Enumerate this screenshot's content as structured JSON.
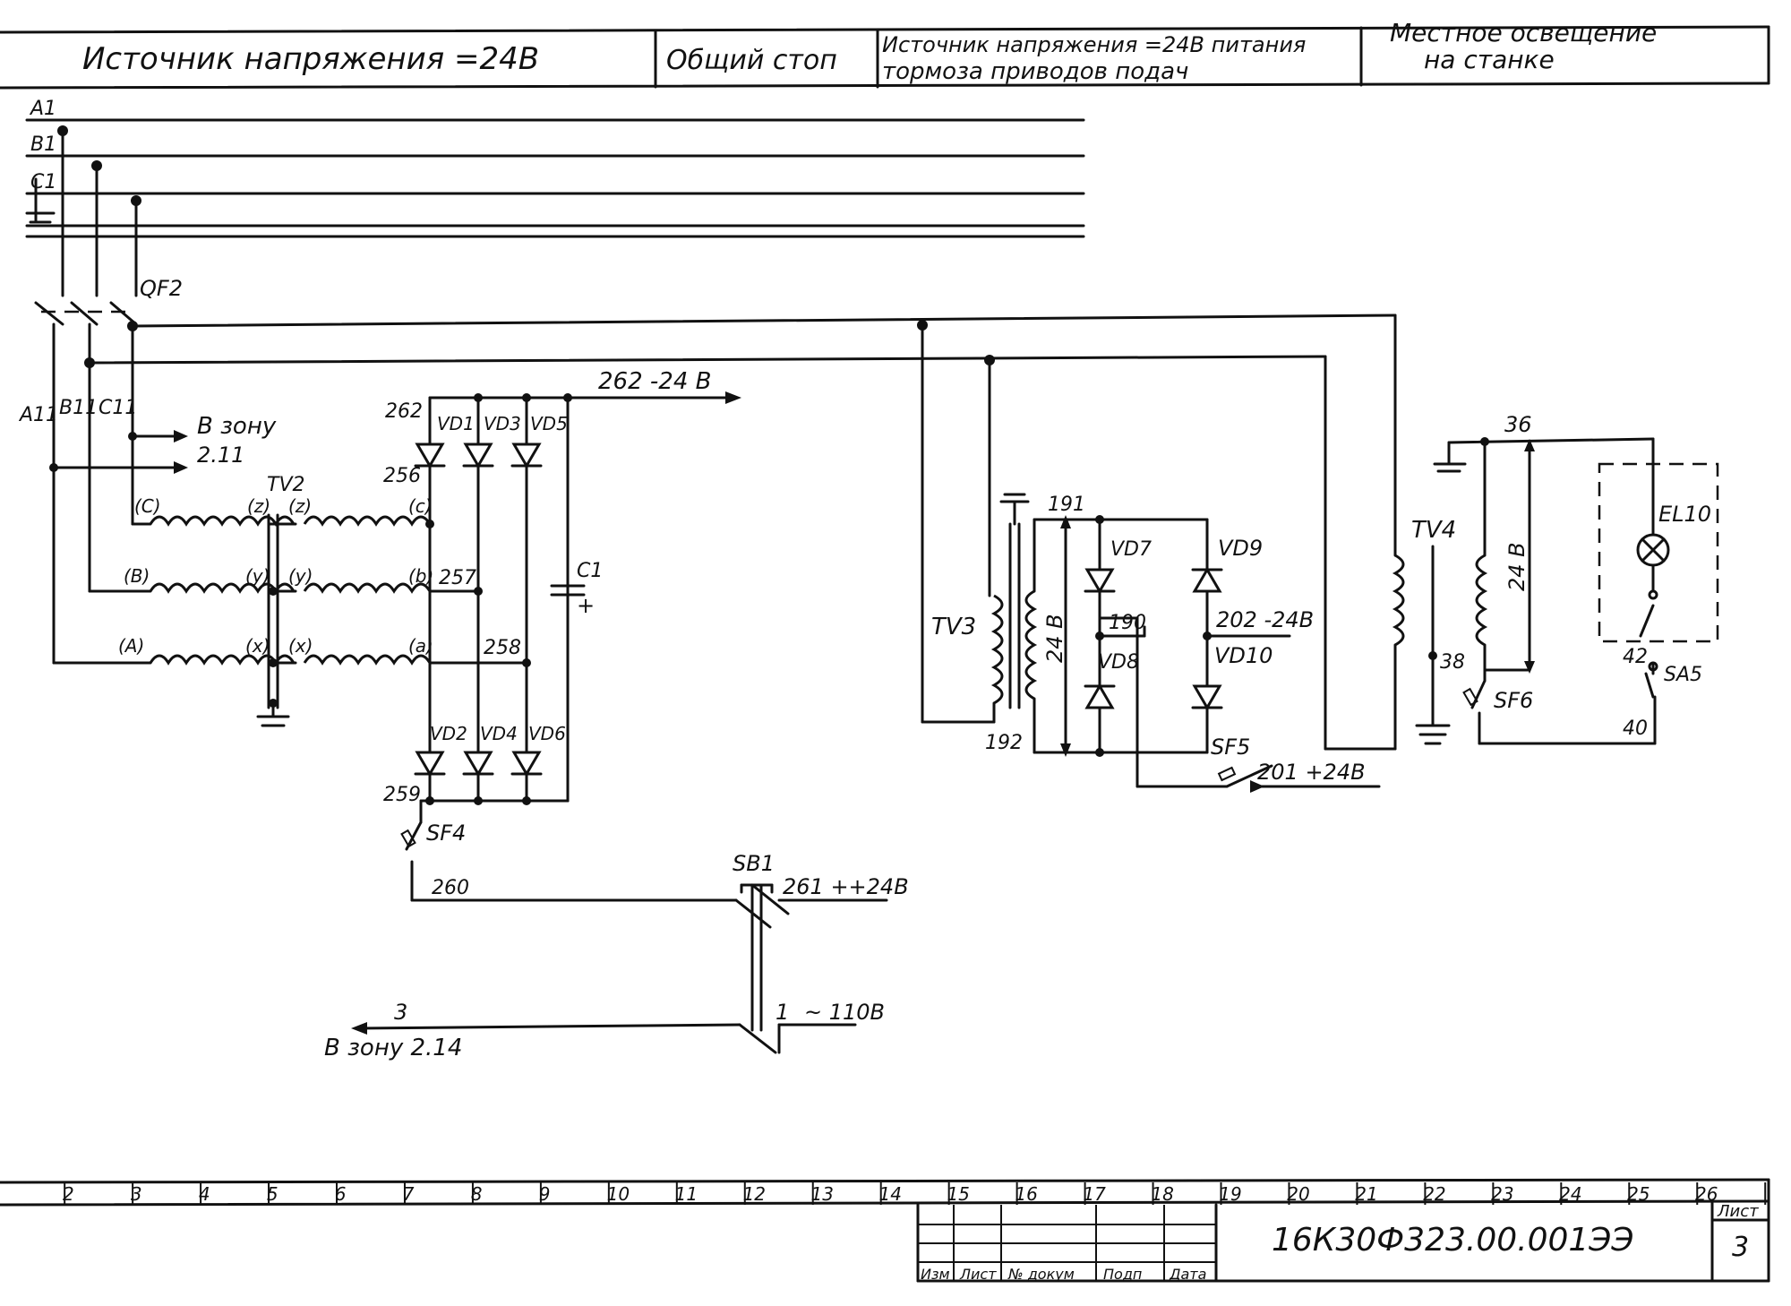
{
  "header": {
    "sections": [
      {
        "id": "dc24",
        "label": "Источник напряжения =24В"
      },
      {
        "id": "estop",
        "label": "Общий стоп"
      },
      {
        "id": "brake",
        "label_line1": "Источник напряжения =24В питания",
        "label_line2": "тормоза приводов подач"
      },
      {
        "id": "lighting",
        "label_line1": "Местное освещение",
        "label_line2": "на станке"
      }
    ]
  },
  "buses": [
    "A1",
    "B1",
    "C1"
  ],
  "breaker_qf2": "QF2",
  "branch": {
    "phases": [
      "A11",
      "B11",
      "C11"
    ],
    "to_zone": "В зону",
    "zone_ref": "2.11"
  },
  "transformers": {
    "tv2": "TV2",
    "tv3": "TV3",
    "tv4": "TV4"
  },
  "tv2_windings": {
    "primary_left": [
      "(C)",
      "(B)",
      "(A)"
    ],
    "primary_right": [
      "(z)",
      "(y)",
      "(x)"
    ],
    "secondary_left": [
      "(z)",
      "(y)",
      "(x)"
    ],
    "secondary_right": [
      "(c)",
      "(b)",
      "(a)"
    ]
  },
  "rectifier": {
    "upper": [
      "VD1",
      "VD3",
      "VD5"
    ],
    "lower": [
      "VD2",
      "VD4",
      "VD6"
    ],
    "capacitor": "C1",
    "cap_plus": "+",
    "nodes": {
      "n262": "262",
      "n256": "256",
      "n257": "257",
      "n258": "258",
      "n259": "259",
      "n260": "260"
    },
    "out_minus": "262 -24 В"
  },
  "switches": {
    "sf4": "SF4",
    "sf5": "SF5",
    "sf6": "SF6",
    "sa5": "SA5",
    "sb1": "SB1"
  },
  "estop": {
    "out_261": "261 ++24В",
    "wire_3": "3",
    "to_zone": "В зону 2.14",
    "wire_1": "1",
    "wire_1_voltage": "~ 110В"
  },
  "brake_supply": {
    "voltage": "24 В",
    "diodes": [
      "VD7",
      "VD8",
      "VD9",
      "VD10"
    ],
    "nodes": {
      "n191": "191",
      "n190": "190",
      "n192": "192"
    },
    "out_minus": "202 -24В",
    "out_plus": "201 +24В"
  },
  "lighting": {
    "voltage": "24 В",
    "nodes": {
      "n36": "36",
      "n38": "38",
      "n42": "42",
      "n40": "40"
    },
    "lamp": "EL10"
  },
  "title_block": {
    "column_numbers": [
      "2",
      "3",
      "4",
      "5",
      "6",
      "7",
      "8",
      "9",
      "10",
      "11",
      "12",
      "13",
      "14",
      "15",
      "16",
      "17",
      "18",
      "19",
      "20",
      "21",
      "22",
      "23",
      "24",
      "25",
      "26"
    ],
    "sheet_label": "Лист",
    "sheet_number": "3",
    "doc_code": "16К30Ф323.00.001ЭЭ",
    "columns": [
      "Изм",
      "Лист",
      "№ докум",
      "Подп",
      "Дата"
    ]
  }
}
